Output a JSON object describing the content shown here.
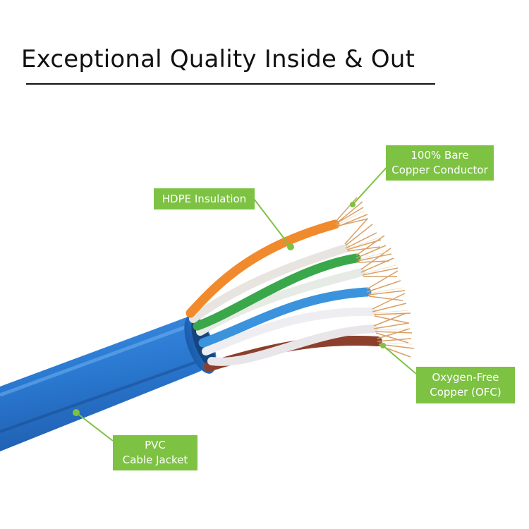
{
  "title": "Exceptional Quality Inside & Out",
  "colors": {
    "callout_bg": "#7dc242",
    "callout_text": "#ffffff",
    "jacket_blue": "#2f7fd6",
    "copper": "#d9a066",
    "wire_orange": "#f08a2c",
    "wire_green": "#3aa84a",
    "wire_blue": "#3b93de",
    "wire_brown": "#8c3f2a"
  },
  "callouts": {
    "bare_copper": {
      "line1": "100% Bare",
      "line2": "Copper Conductor"
    },
    "hdpe": {
      "line1": "HDPE Insulation"
    },
    "ofc": {
      "line1": "Oxygen-Free",
      "line2": "Copper (OFC)"
    },
    "pvc": {
      "line1": "PVC",
      "line2": "Cable Jacket"
    }
  },
  "components": [
    "copper-conductor",
    "hdpe-insulation",
    "oxygen-free-copper",
    "pvc-jacket"
  ]
}
